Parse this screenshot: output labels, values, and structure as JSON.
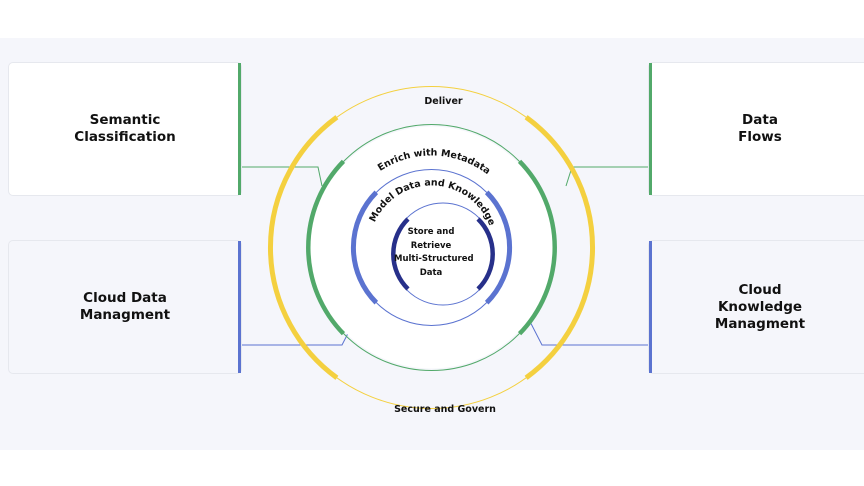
{
  "cards": {
    "top_left": {
      "line1": "Semantic",
      "line2": "Classification"
    },
    "top_right": {
      "line1": "Data",
      "line2": "Flows"
    },
    "bottom_left": {
      "line1": "Cloud Data",
      "line2": "Managment"
    },
    "bottom_right": {
      "line1": "Cloud Knowledge",
      "line2": "Managment"
    }
  },
  "rings": {
    "outer": "Deliver",
    "outer_bottom": "Secure and Govern",
    "second": "Enrich with Metadata",
    "third": "Model Data and Knowledge"
  },
  "center": {
    "line1": "Store and",
    "line2": "Retrieve",
    "line3": "Multi-Structured",
    "line4": "Data"
  },
  "colors": {
    "yellow": "#f4d03f",
    "green": "#52a96a",
    "blue": "#5b73d0",
    "navy": "#27308a",
    "background": "#f5f6fb"
  }
}
